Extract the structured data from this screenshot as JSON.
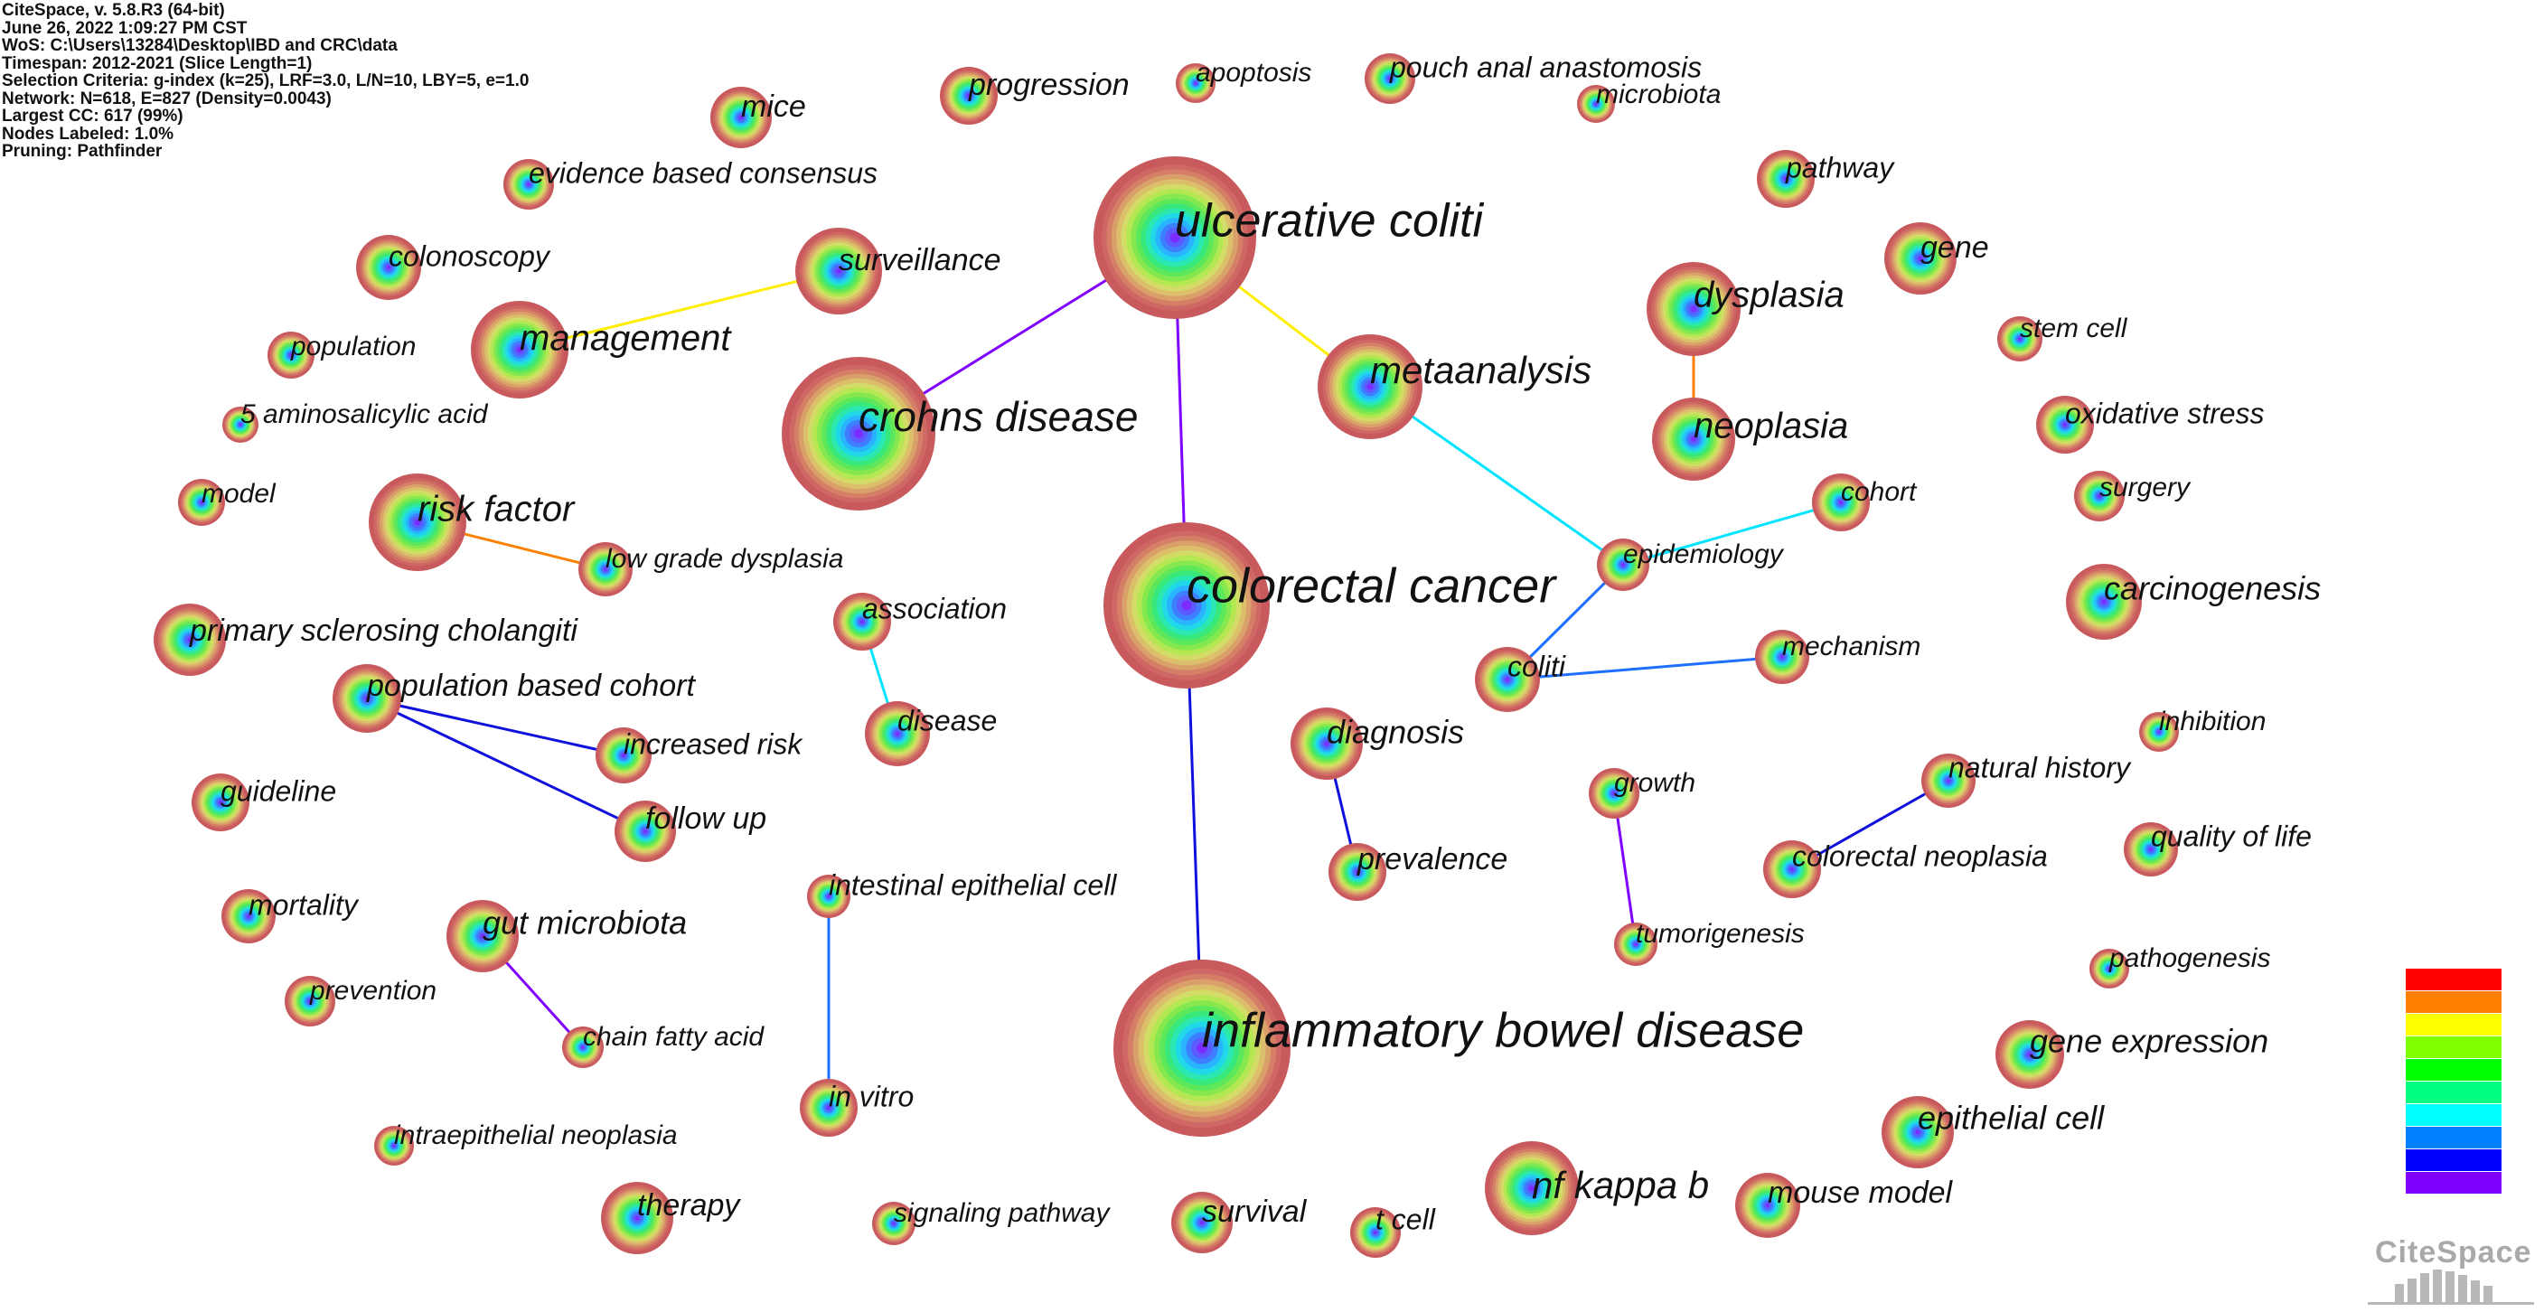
{
  "info": [
    "CiteSpace, v. 5.8.R3 (64-bit)",
    "June 26, 2022 1:09:27 PM CST",
    "WoS: C:\\Users\\13284\\Desktop\\IBD and CRC\\data",
    "Timespan: 2012-2021 (Slice Length=1)",
    "Selection Criteria: g-index (k=25), LRF=3.0, L/N=10, LBY=5, e=1.0",
    "Network: N=618, E=827 (Density=0.0043)",
    "Largest CC: 617 (99%)",
    "Nodes Labeled: 1.0%",
    "Pruning: Pathfinder"
  ],
  "nodes": [
    {
      "id": "ulcerative_coliti",
      "label": "ulcerative coliti",
      "size": "xl"
    },
    {
      "id": "crohns_disease",
      "label": "crohns disease",
      "size": "l"
    },
    {
      "id": "colorectal_cancer",
      "label": "colorectal cancer",
      "size": "xl"
    },
    {
      "id": "inflammatory_bowel_disease",
      "label": "inflammatory bowel disease",
      "size": "xl"
    },
    {
      "id": "metaanalysis",
      "label": "metaanalysis",
      "size": "m"
    },
    {
      "id": "dysplasia",
      "label": "dysplasia",
      "size": "m"
    },
    {
      "id": "neoplasia",
      "label": "neoplasia",
      "size": "m"
    },
    {
      "id": "management",
      "label": "management",
      "size": "m"
    },
    {
      "id": "surveillance",
      "label": "surveillance",
      "size": "s"
    },
    {
      "id": "risk_factor",
      "label": "risk factor",
      "size": "m"
    },
    {
      "id": "nf_kappa_b",
      "label": "nf kappa b",
      "size": "m"
    },
    {
      "id": "mice",
      "label": "mice",
      "size": "s"
    },
    {
      "id": "progression",
      "label": "progression",
      "size": "s"
    },
    {
      "id": "apoptosis",
      "label": "apoptosis",
      "size": "xs"
    },
    {
      "id": "pouch_anal_anastomosis",
      "label": "pouch anal anastomosis",
      "size": "xs"
    },
    {
      "id": "microbiota",
      "label": "microbiota",
      "size": "xs"
    },
    {
      "id": "evidence_based_consensus",
      "label": "evidence based consensus",
      "size": "xs"
    },
    {
      "id": "pathway",
      "label": "pathway",
      "size": "s"
    },
    {
      "id": "colonoscopy",
      "label": "colonoscopy",
      "size": "s"
    },
    {
      "id": "gene",
      "label": "gene",
      "size": "s"
    },
    {
      "id": "population",
      "label": "population",
      "size": "xs"
    },
    {
      "id": "stem_cell",
      "label": "stem cell",
      "size": "xs"
    },
    {
      "id": "aminosalicylic",
      "label": "5 aminosalicylic acid",
      "size": "xxs"
    },
    {
      "id": "oxidative_stress",
      "label": "oxidative stress",
      "size": "s"
    },
    {
      "id": "model",
      "label": "model",
      "size": "xs"
    },
    {
      "id": "surgery",
      "label": "surgery",
      "size": "xs"
    },
    {
      "id": "cohort",
      "label": "cohort",
      "size": "xs"
    },
    {
      "id": "low_grade_dysplasia",
      "label": "low grade dysplasia",
      "size": "xs"
    },
    {
      "id": "epidemiology",
      "label": "epidemiology",
      "size": "xs"
    },
    {
      "id": "primary_sclerosing",
      "label": "primary sclerosing cholangiti",
      "size": "s"
    },
    {
      "id": "association",
      "label": "association",
      "size": "xs"
    },
    {
      "id": "carcinogenesis",
      "label": "carcinogenesis",
      "size": "s"
    },
    {
      "id": "population_based_cohort",
      "label": "population based cohort",
      "size": "s"
    },
    {
      "id": "mechanism",
      "label": "mechanism",
      "size": "xs"
    },
    {
      "id": "coliti",
      "label": "coliti",
      "size": "s"
    },
    {
      "id": "increased_risk",
      "label": "increased risk",
      "size": "xs"
    },
    {
      "id": "disease",
      "label": "disease",
      "size": "s"
    },
    {
      "id": "diagnosis",
      "label": "diagnosis",
      "size": "s"
    },
    {
      "id": "inhibition",
      "label": "inhibition",
      "size": "xxs"
    },
    {
      "id": "natural_history",
      "label": "natural history",
      "size": "xs"
    },
    {
      "id": "growth",
      "label": "growth",
      "size": "xs"
    },
    {
      "id": "guideline",
      "label": "guideline",
      "size": "xs"
    },
    {
      "id": "follow_up",
      "label": "follow up",
      "size": "s"
    },
    {
      "id": "quality_of_life",
      "label": "quality of life",
      "size": "xs"
    },
    {
      "id": "colorectal_neoplasia",
      "label": "colorectal neoplasia",
      "size": "xs"
    },
    {
      "id": "prevalence",
      "label": "prevalence",
      "size": "xs"
    },
    {
      "id": "intestinal_epithelial_cell",
      "label": "intestinal epithelial cell",
      "size": "xxs"
    },
    {
      "id": "mortality",
      "label": "mortality",
      "size": "xs"
    },
    {
      "id": "gut_microbiota",
      "label": "gut microbiota",
      "size": "s"
    },
    {
      "id": "tumorigenesis",
      "label": "tumorigenesis",
      "size": "xxs"
    },
    {
      "id": "pathogenesis",
      "label": "pathogenesis",
      "size": "xxs"
    },
    {
      "id": "prevention",
      "label": "prevention",
      "size": "xs"
    },
    {
      "id": "chain_fatty_acid",
      "label": "chain fatty acid",
      "size": "xxs"
    },
    {
      "id": "gene_expression",
      "label": "gene expression",
      "size": "s"
    },
    {
      "id": "in_vitro",
      "label": "in vitro",
      "size": "xs"
    },
    {
      "id": "epithelial_cell",
      "label": "epithelial cell",
      "size": "s"
    },
    {
      "id": "intraepithelial_neoplasia",
      "label": "intraepithelial neoplasia",
      "size": "xxs"
    },
    {
      "id": "therapy",
      "label": "therapy",
      "size": "s"
    },
    {
      "id": "signaling_pathway",
      "label": "signaling pathway",
      "size": "xxs"
    },
    {
      "id": "survival",
      "label": "survival",
      "size": "s"
    },
    {
      "id": "t_cell",
      "label": "t cell",
      "size": "xs"
    },
    {
      "id": "mouse_model",
      "label": "mouse model",
      "size": "s"
    }
  ],
  "edges": [
    {
      "from": "ulcerative_coliti",
      "to": "crohns_disease",
      "color": "#8000ff"
    },
    {
      "from": "ulcerative_coliti",
      "to": "colorectal_cancer",
      "color": "#8000ff"
    },
    {
      "from": "ulcerative_coliti",
      "to": "metaanalysis",
      "color": "#ffee00"
    },
    {
      "from": "colorectal_cancer",
      "to": "inflammatory_bowel_disease",
      "color": "#1010dd"
    },
    {
      "from": "metaanalysis",
      "to": "epidemiology",
      "color": "#00e5ff"
    },
    {
      "from": "dysplasia",
      "to": "neoplasia",
      "color": "#ff7f00"
    },
    {
      "from": "management",
      "to": "surveillance",
      "color": "#ffee00"
    },
    {
      "from": "risk_factor",
      "to": "low_grade_dysplasia",
      "color": "#ff7f00"
    },
    {
      "from": "epidemiology",
      "to": "cohort",
      "color": "#00e5ff"
    },
    {
      "from": "epidemiology",
      "to": "coliti",
      "color": "#1e6fff"
    },
    {
      "from": "coliti",
      "to": "mechanism",
      "color": "#1e6fff"
    },
    {
      "from": "association",
      "to": "disease",
      "color": "#00e5ff"
    },
    {
      "from": "population_based_cohort",
      "to": "increased_risk",
      "color": "#1010dd"
    },
    {
      "from": "population_based_cohort",
      "to": "follow_up",
      "color": "#1010dd"
    },
    {
      "from": "diagnosis",
      "to": "prevalence",
      "color": "#1010dd"
    },
    {
      "from": "growth",
      "to": "tumorigenesis",
      "color": "#8000ff"
    },
    {
      "from": "natural_history",
      "to": "colorectal_neoplasia",
      "color": "#1010dd"
    },
    {
      "from": "gut_microbiota",
      "to": "chain_fatty_acid",
      "color": "#8000ff"
    },
    {
      "from": "intestinal_epithelial_cell",
      "to": "in_vitro",
      "color": "#1e6fff"
    }
  ],
  "ring_colors": [
    "#7b2cff",
    "#5b5bff",
    "#3d7fff",
    "#2ab3ff",
    "#20d8e8",
    "#2ae8b0",
    "#39e87a",
    "#5ce85a",
    "#86e84f",
    "#b3e852",
    "#d4dc68",
    "#dcbf6a",
    "#d9a06a",
    "#d47f66",
    "#cf6864"
  ],
  "legend_colors": [
    "#ff0000",
    "#ff8000",
    "#ffff00",
    "#80ff00",
    "#00ff00",
    "#00ff80",
    "#00ffff",
    "#0080ff",
    "#0000ff",
    "#8000ff"
  ],
  "logo_text": "CiteSpace"
}
